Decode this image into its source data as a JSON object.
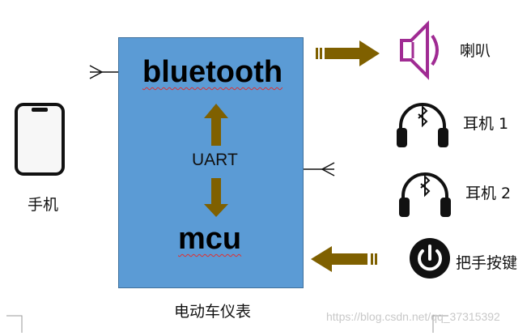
{
  "phone": {
    "label": "手机"
  },
  "main_block": {
    "top_label": "bluetooth",
    "middle_label": "UART",
    "bottom_label": "mcu",
    "caption": "电动车仪表"
  },
  "devices": {
    "speaker": "喇叭",
    "headphone_1": "耳机 1",
    "headphone_2": "耳机 2",
    "button": "把手按键"
  },
  "watermark": "https://blog.csdn.net/qq_37315392",
  "colors": {
    "block_fill": "#5b9bd5",
    "arrow_fill": "#7f6000",
    "speaker_color": "#a02b93"
  }
}
